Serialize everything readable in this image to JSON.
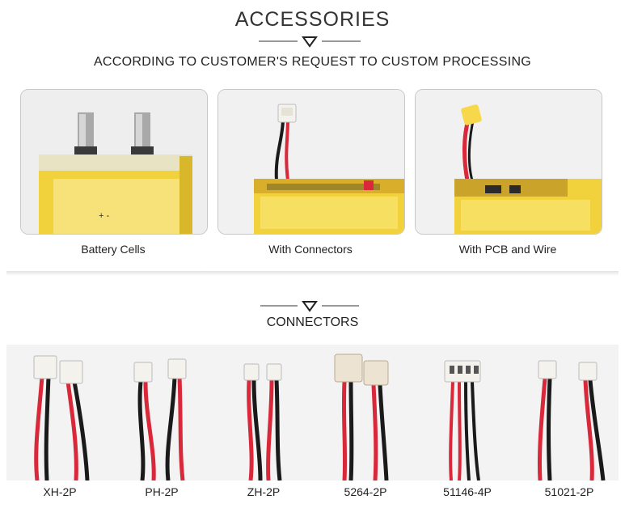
{
  "header": {
    "title": "ACCESSORIES",
    "subtitle": "ACCORDING TO CUSTOMER'S REQUEST TO CUSTOM PROCESSING"
  },
  "products": [
    {
      "label": "Battery Cells",
      "cell_marking": "+ -"
    },
    {
      "label": "With Connectors"
    },
    {
      "label": "With PCB and Wire"
    }
  ],
  "connectors_section": {
    "title": "CONNECTORS",
    "items": [
      {
        "label": "XH-2P",
        "pins": 2
      },
      {
        "label": "PH-2P",
        "pins": 2
      },
      {
        "label": "ZH-2P",
        "pins": 2
      },
      {
        "label": "5264-2P",
        "pins": 2
      },
      {
        "label": "51146-4P",
        "pins": 4
      },
      {
        "label": "51021-2P",
        "pins": 2
      }
    ]
  },
  "colors": {
    "wire_red": "#d8283a",
    "wire_black": "#1a1a1a",
    "battery_yellow": "#f2d23c",
    "connector_white": "#f4f2ec"
  }
}
